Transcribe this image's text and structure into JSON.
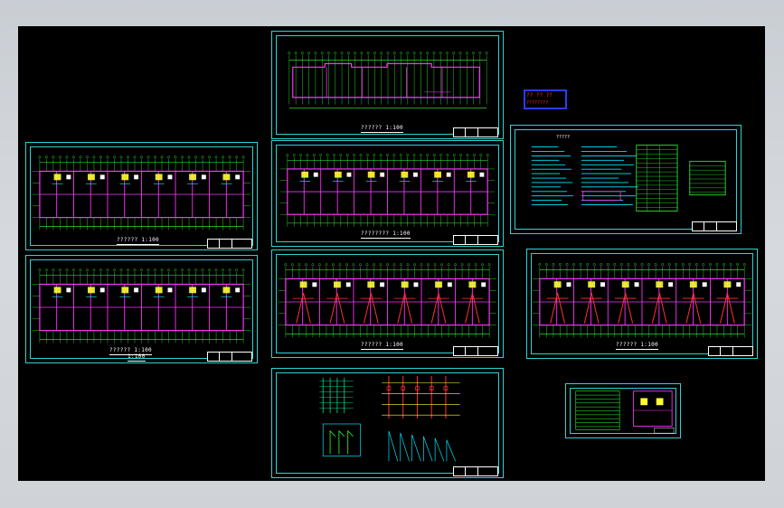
{
  "app": {
    "title": "CAD drawing viewer"
  },
  "colors": {
    "sheet_border": "#2fd3d3",
    "walls": "#ff33ff",
    "grid": "#33ff33",
    "fixtures": "#ffff33",
    "pipes": "#ff3333"
  },
  "stamp": {
    "line1": "?? ?? ??",
    "line2": "???????? ??????"
  },
  "sheets": {
    "left_top": {
      "caption": "?????? 1:100"
    },
    "left_bottom": {
      "caption": "?????? 1:100",
      "caption2": "1:100"
    },
    "mid_top": {
      "caption": "?????? 1:100"
    },
    "mid_second": {
      "caption": "???????? 1:100"
    },
    "mid_third": {
      "caption": "?????? 1:100"
    },
    "right_plan": {
      "caption": "?????? 1:100"
    },
    "notes": {
      "caption": "?????"
    }
  }
}
